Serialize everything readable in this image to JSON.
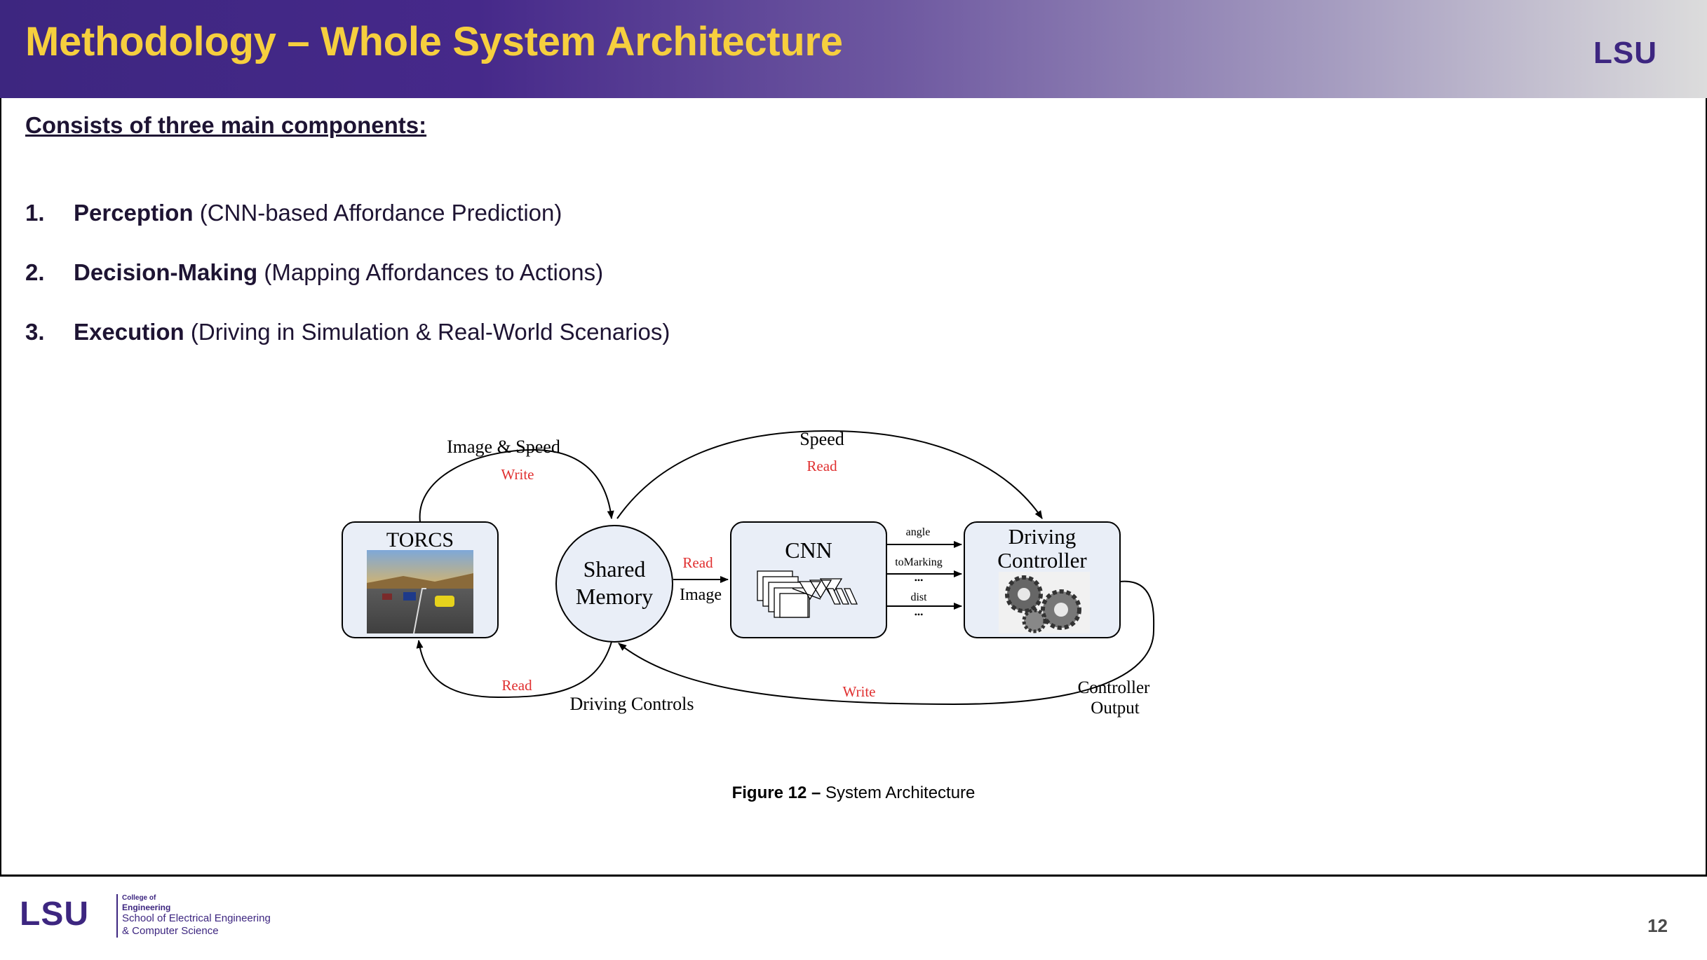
{
  "header": {
    "title": "Methodology – Whole System Architecture",
    "logo_text": "LSU"
  },
  "intro": "Consists of three main components:",
  "components": [
    {
      "number": "1.",
      "name": "Perception",
      "detail": "(CNN-based Affordance Prediction)"
    },
    {
      "number": "2.",
      "name": "Decision-Making",
      "detail": "(Mapping Affordances to Actions)"
    },
    {
      "number": "3.",
      "name": "Execution",
      "detail": "(Driving in Simulation & Real-World Scenarios)"
    }
  ],
  "diagram": {
    "torcs": "TORCS",
    "shared_memory_1": "Shared",
    "shared_memory_2": "Memory",
    "cnn": "CNN",
    "controller_1": "Driving",
    "controller_2": "Controller",
    "image_speed": "Image & Speed",
    "write_top": "Write",
    "speed": "Speed",
    "read_top": "Read",
    "read_mid": "Read",
    "image": "Image",
    "angle": "angle",
    "to_marking": "toMarking",
    "dots1": "•••",
    "dist": "dist",
    "dots2": "•••",
    "read_bottom": "Read",
    "driving_controls": "Driving Controls",
    "write_bottom": "Write",
    "controller_output_1": "Controller",
    "controller_output_2": "Output"
  },
  "caption": {
    "label": "Figure 12 –",
    "text": "System Architecture"
  },
  "footer": {
    "logo_text": "LSU",
    "line1": "College of",
    "line2": "Engineering",
    "line3": "School of Electrical Engineering",
    "line4": "& Computer Science",
    "page_number": "12"
  },
  "colors": {
    "purple": "#3d2680",
    "gold": "#f6cf3e",
    "annotation_red": "#e03030",
    "box_fill": "#e9eef7"
  }
}
